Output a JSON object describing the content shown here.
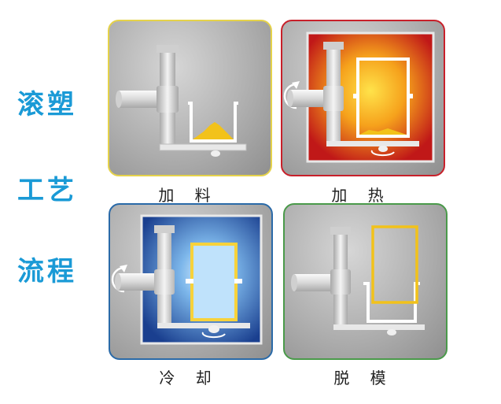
{
  "side_title": {
    "line1": "滚塑",
    "line2": "工艺",
    "line3": "流程"
  },
  "steps": [
    {
      "label": "加 料",
      "border_color": "#e5d24a"
    },
    {
      "label": "加 热",
      "border_color": "#c8202a"
    },
    {
      "label": "冷 却",
      "border_color": "#2a6aa8"
    },
    {
      "label": "脱 模",
      "border_color": "#4a9a4a"
    }
  ],
  "colors": {
    "title": "#1a9ad6",
    "powder": "#f2c21a",
    "heat": "#c01818",
    "cool": "#1a3f8f",
    "mold_outline": "#f7d23a",
    "pipe": "#e8e8e8"
  }
}
